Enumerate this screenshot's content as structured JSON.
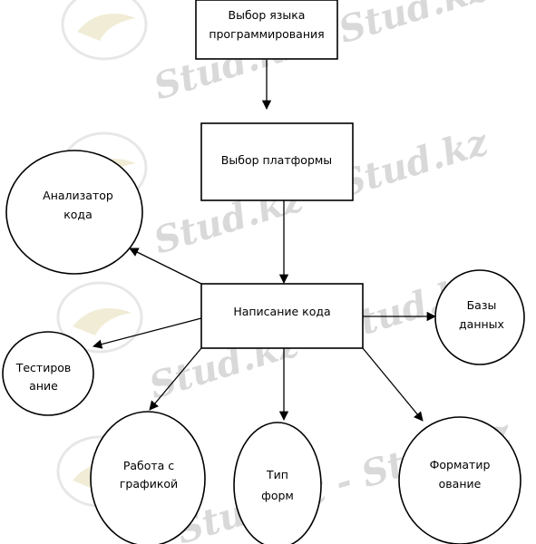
{
  "watermark": {
    "text": "Stud.kz - Stud.kz"
  },
  "nodes": {
    "lang": {
      "line1": "Выбор языка",
      "line2": "программирования"
    },
    "platform": {
      "line1": "Выбор платформы"
    },
    "code": {
      "line1": "Написание кода"
    },
    "analyzer": {
      "line1": "Анализатор",
      "line2": "кода"
    },
    "db": {
      "line1": "Базы",
      "line2": "данных"
    },
    "testing": {
      "line1": "Тестиров",
      "line2": "ание"
    },
    "graphics": {
      "line1": "Работа с",
      "line2": "графикой"
    },
    "forms": {
      "line1": "Тип",
      "line2": "форм"
    },
    "formatting": {
      "line1": "Форматир",
      "line2": "ование"
    }
  },
  "colors": {
    "line": "#000000",
    "watermark": "#d9d9d9"
  }
}
